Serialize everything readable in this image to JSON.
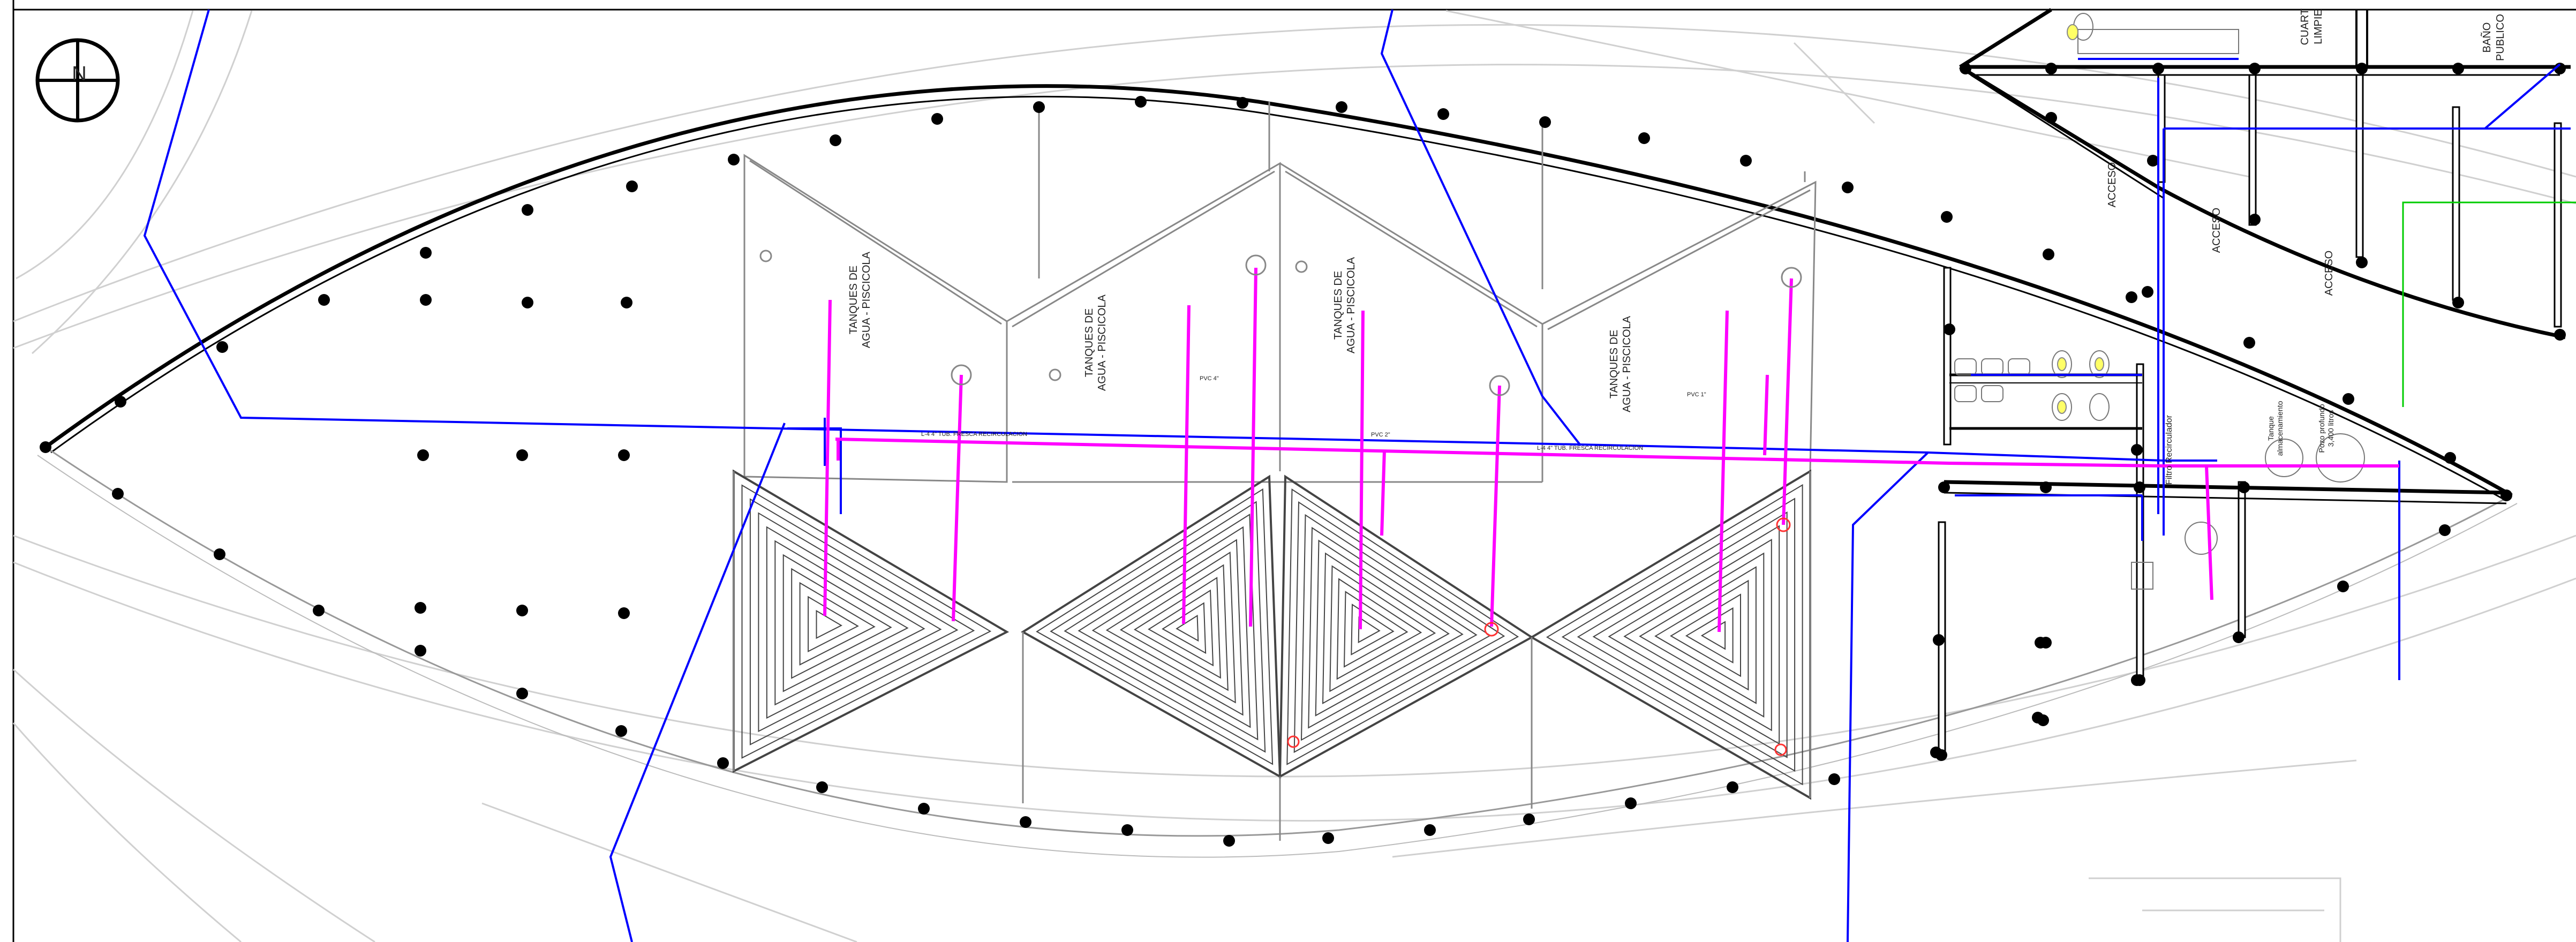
{
  "north_arrow": {
    "letter": "N"
  },
  "pool_labels": [
    {
      "line1": "TANQUES DE",
      "line2": "AGUA - PISCICOLA"
    },
    {
      "line1": "TANQUES DE",
      "line2": "AGUA - PISCICOLA"
    },
    {
      "line1": "TANQUES DE",
      "line2": "AGUA - PISCICOLA"
    },
    {
      "line1": "TANQUES DE",
      "line2": "AGUA - PISCICOLA"
    }
  ],
  "room_labels": {
    "acceso_1": "ACCESO",
    "acceso_2": "ACCESO",
    "acceso_3": "ACCESO",
    "cuarto_limpieza_1": "CUART",
    "cuarto_limpieza_2": "LIMPIE",
    "bano_publico_1": "BAÑO",
    "bano_publico_2": "PUBLICO"
  },
  "equipment_labels": {
    "tanque_almacenamiento_1": "Tanque",
    "tanque_almacenamiento_2": "almacenamiento",
    "filtro_recirculador": "Filtro Recirculador",
    "pozo_profundo": "Pozo profundo",
    "capacidad": "3,400 litros"
  },
  "pipe_tags": {
    "main_line": "L-4  4\"  TUB. FRESCA  RECIRCULACION",
    "pvc_4": "PVC 4\"",
    "pvc_2": "PVC 2\"",
    "pvc_1": "PVC 1\""
  },
  "colors": {
    "water_supply": "#0000ff",
    "recirculation": "#ff00ff",
    "structure": "#000000",
    "outline": "#888888",
    "landscape": "#00cc00",
    "gas": "#ffcc00"
  }
}
